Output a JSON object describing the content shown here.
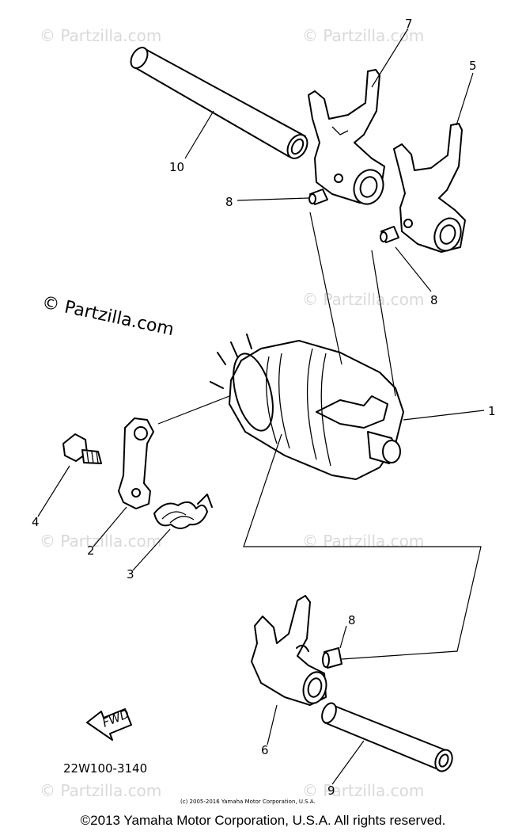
{
  "watermark": {
    "text": "© Partzilla.com",
    "wm_main": "© Partzilla.com"
  },
  "callouts": {
    "c1": "1",
    "c2": "2",
    "c3": "3",
    "c4": "4",
    "c5": "5",
    "c6": "6",
    "c7": "7",
    "c8a": "8",
    "c8b": "8",
    "c8c": "8",
    "c9": "9",
    "c10": "10"
  },
  "arrow_label": "FWD",
  "diagram_code": "22W100-3140",
  "small_copyright": "(c) 2005-2016 Yamaha Motor Corporation, U.S.A.",
  "copyright": "©2013 Yamaha Motor Corporation, U.S.A. All rights reserved."
}
